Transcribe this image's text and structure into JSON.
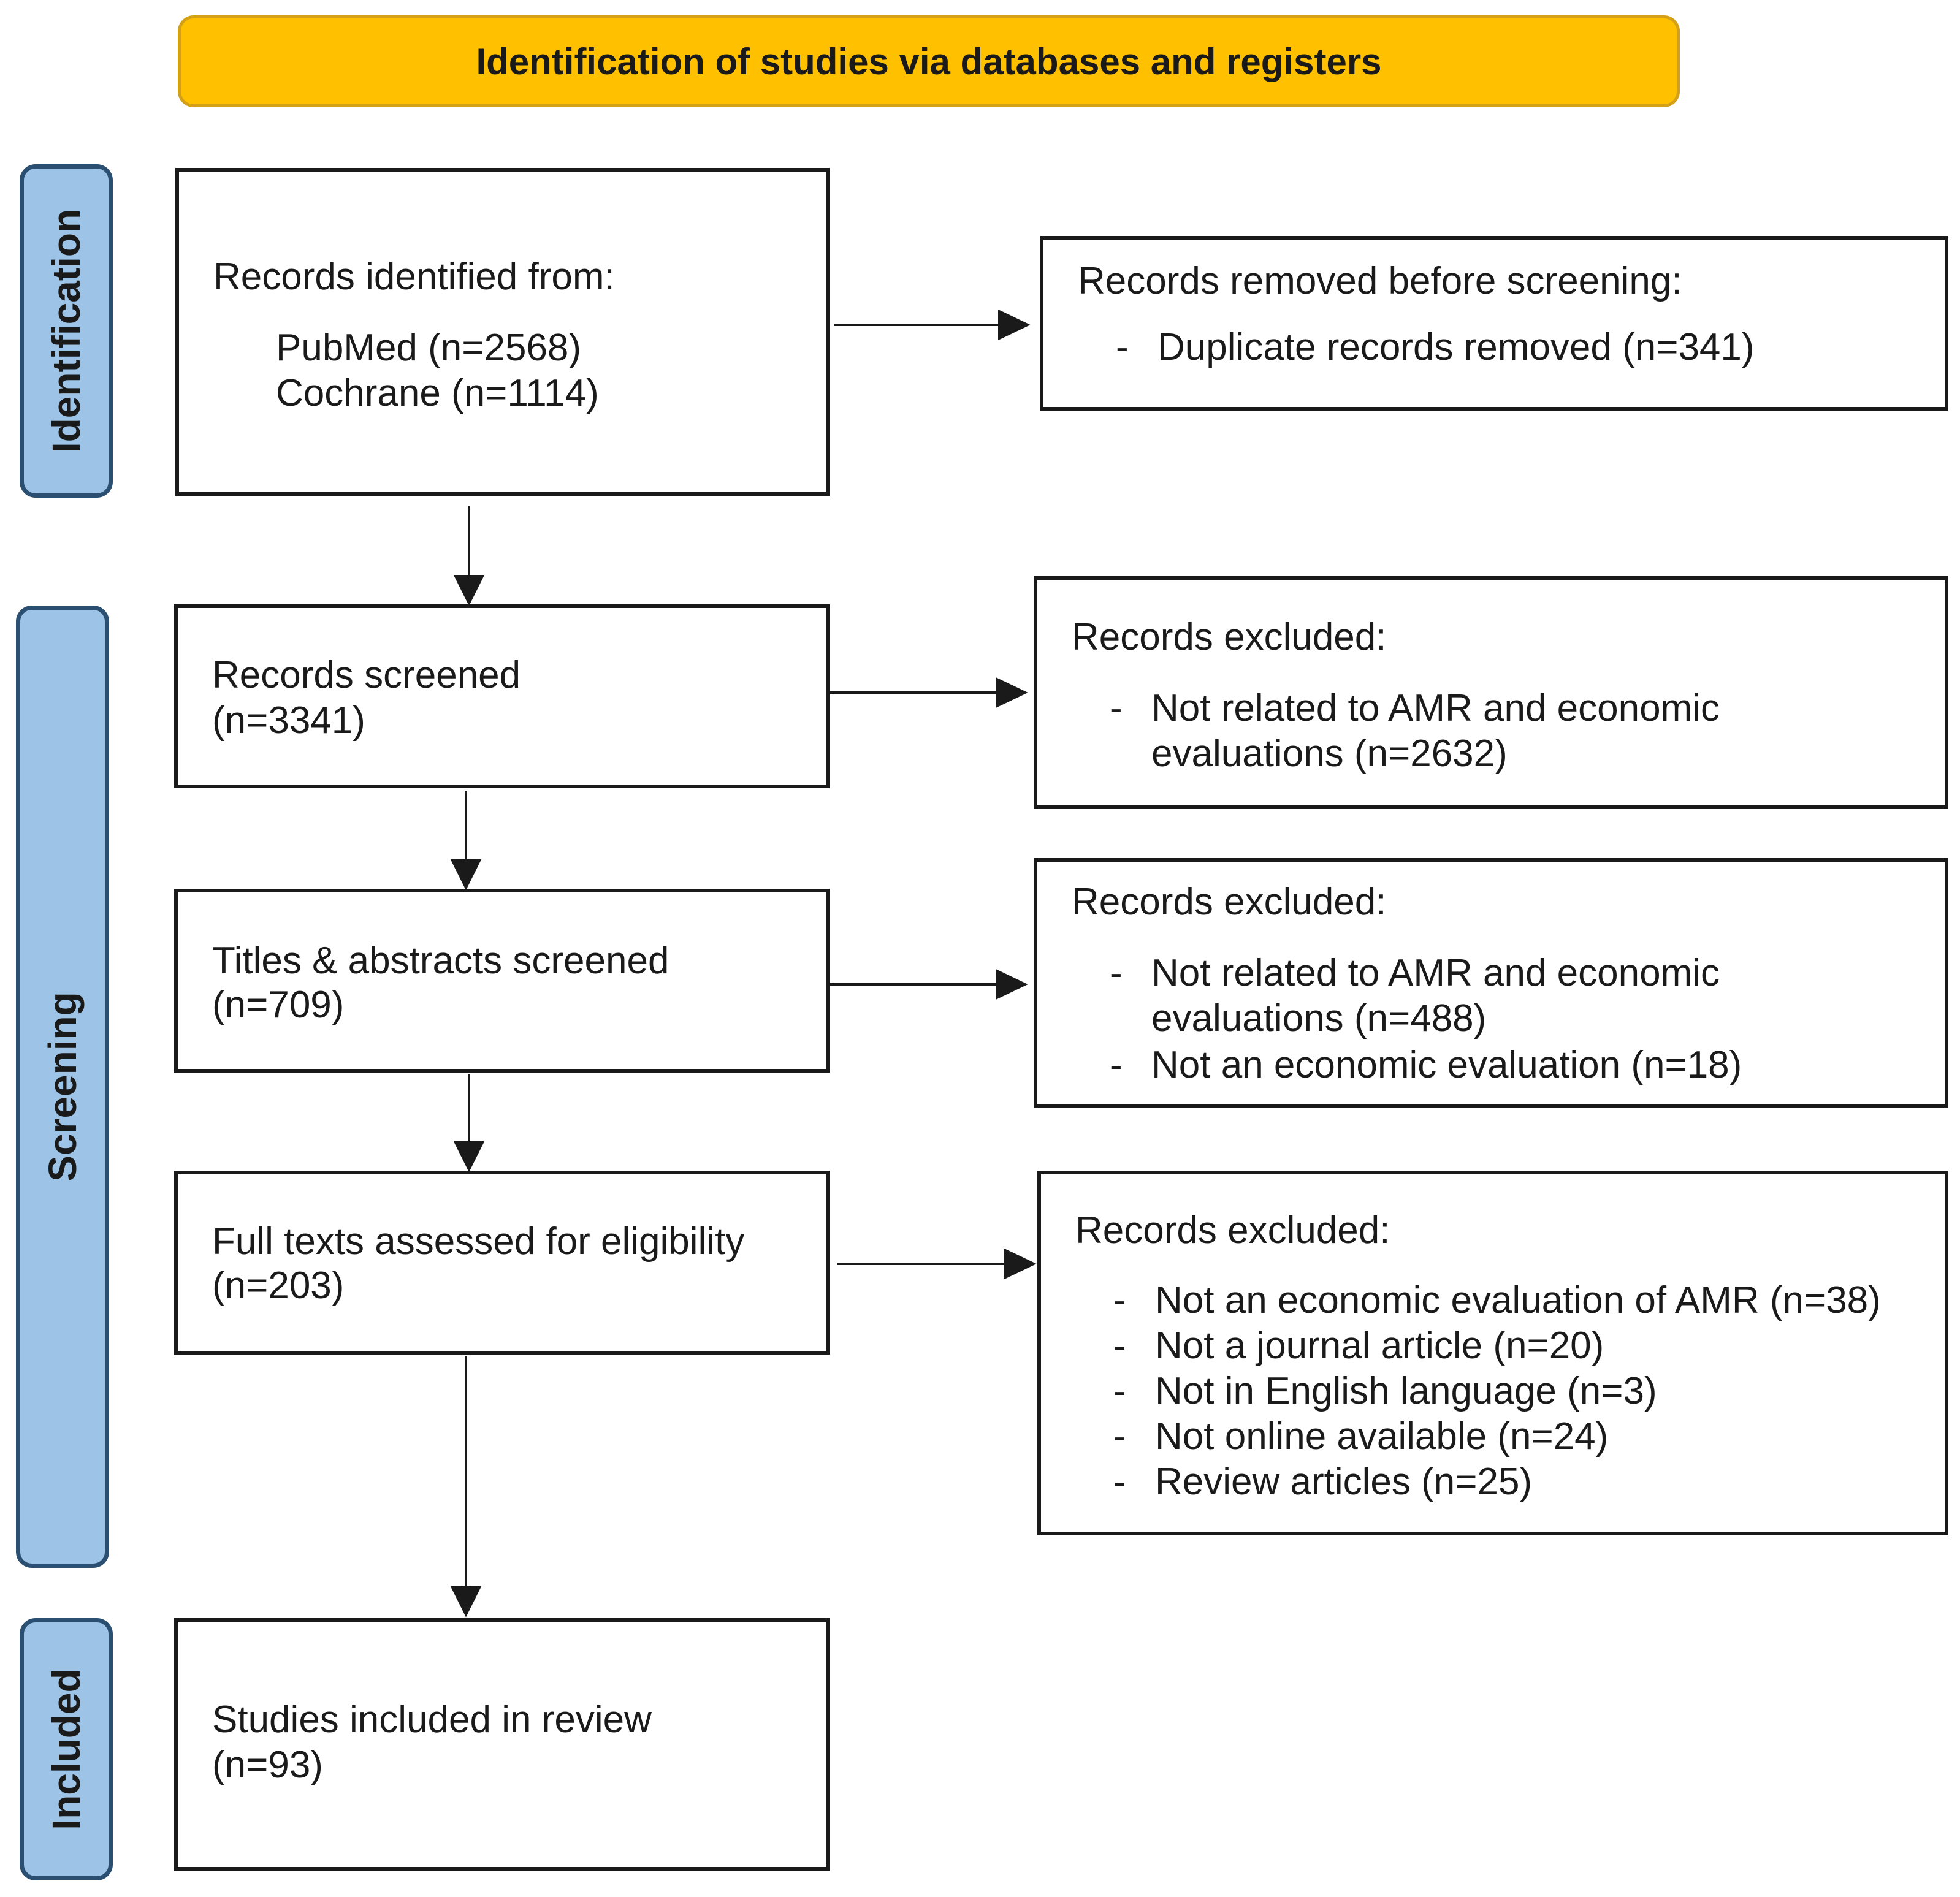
{
  "header": {
    "title": "Identification of studies via databases and registers"
  },
  "phases": {
    "identification": "Identification",
    "screening": "Screening",
    "included": "Included"
  },
  "identified": {
    "title": "Records identified from:",
    "sources": [
      "PubMed (n=2568)",
      "Cochrane (n=1114)"
    ]
  },
  "removed": {
    "title": "Records removed before screening:",
    "items": [
      "Duplicate records removed (n=341)"
    ]
  },
  "screened": {
    "title": "Records screened",
    "count": "(n=3341)"
  },
  "excluded1": {
    "title": "Records excluded:",
    "item_line1": "Not related to AMR and economic",
    "item_line2": "evaluations (n=2632)"
  },
  "titles_abstracts": {
    "title": "Titles & abstracts screened",
    "count": "(n=709)"
  },
  "excluded2": {
    "title": "Records excluded:",
    "item1_line1": "Not related to AMR and economic",
    "item1_line2": "evaluations (n=488)",
    "item2": "Not an economic evaluation (n=18)"
  },
  "full_texts": {
    "title": "Full texts assessed for eligibility",
    "count": "(n=203)"
  },
  "excluded3": {
    "title": "Records excluded:",
    "items": [
      "Not an economic evaluation of AMR (n=38)",
      "Not a journal article (n=20)",
      "Not in English language (n=3)",
      "Not online available (n=24)",
      "Review articles (n=25)"
    ]
  },
  "included": {
    "title": "Studies included in review",
    "count": "(n=93)"
  },
  "bullet": "-"
}
